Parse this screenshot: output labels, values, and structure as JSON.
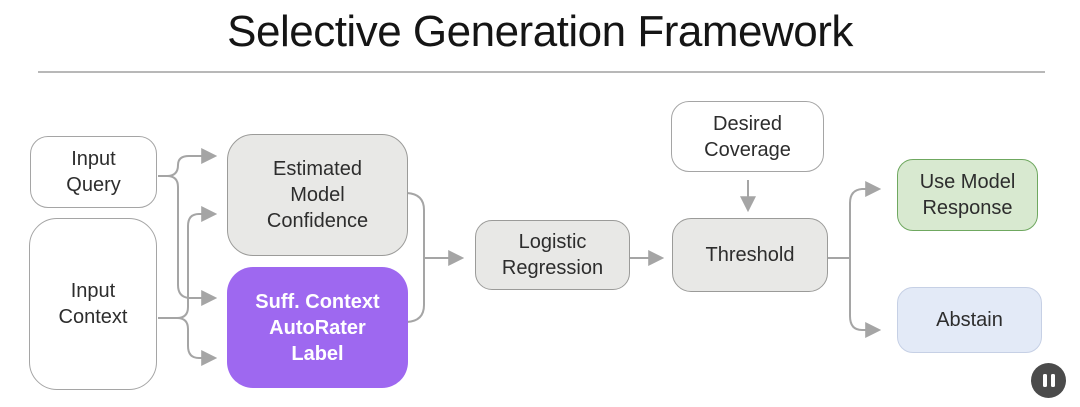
{
  "title": "Selective Generation Framework",
  "colors": {
    "arrow": "#a5a5a5",
    "divider": "#b8b8b8",
    "purple_fill": "#9e68f0",
    "gray_fill": "#e8e8e6",
    "gray_border": "#9b9b99",
    "white_fill": "#ffffff",
    "white_border": "#a5a5a5",
    "green_fill": "#d8e9d0",
    "green_border": "#6fa860",
    "blue_fill": "#e3eaf7",
    "blue_border": "#c6d0e5",
    "pause_bg": "#4b4b4b"
  },
  "nodes": {
    "input_query": {
      "label": "Input\nQuery"
    },
    "input_context": {
      "label": "Input\nContext"
    },
    "estimated_confidence": {
      "label": "Estimated\nModel\nConfidence"
    },
    "autorater": {
      "label": "Suff. Context\nAutoRater\nLabel"
    },
    "logistic_regression": {
      "label": "Logistic\nRegression"
    },
    "desired_coverage": {
      "label": "Desired\nCoverage"
    },
    "threshold": {
      "label": "Threshold"
    },
    "use_model_response": {
      "label": "Use Model\nResponse"
    },
    "abstain": {
      "label": "Abstain"
    }
  },
  "edges": [
    {
      "from": "input_query",
      "to": "estimated_confidence"
    },
    {
      "from": "input_query",
      "to": "autorater"
    },
    {
      "from": "input_context",
      "to": "estimated_confidence"
    },
    {
      "from": "input_context",
      "to": "autorater"
    },
    {
      "from": "estimated_confidence",
      "to": "logistic_regression"
    },
    {
      "from": "autorater",
      "to": "logistic_regression"
    },
    {
      "from": "logistic_regression",
      "to": "threshold"
    },
    {
      "from": "desired_coverage",
      "to": "threshold"
    },
    {
      "from": "threshold",
      "to": "use_model_response"
    },
    {
      "from": "threshold",
      "to": "abstain"
    }
  ],
  "player": {
    "pause_label": "Pause"
  }
}
